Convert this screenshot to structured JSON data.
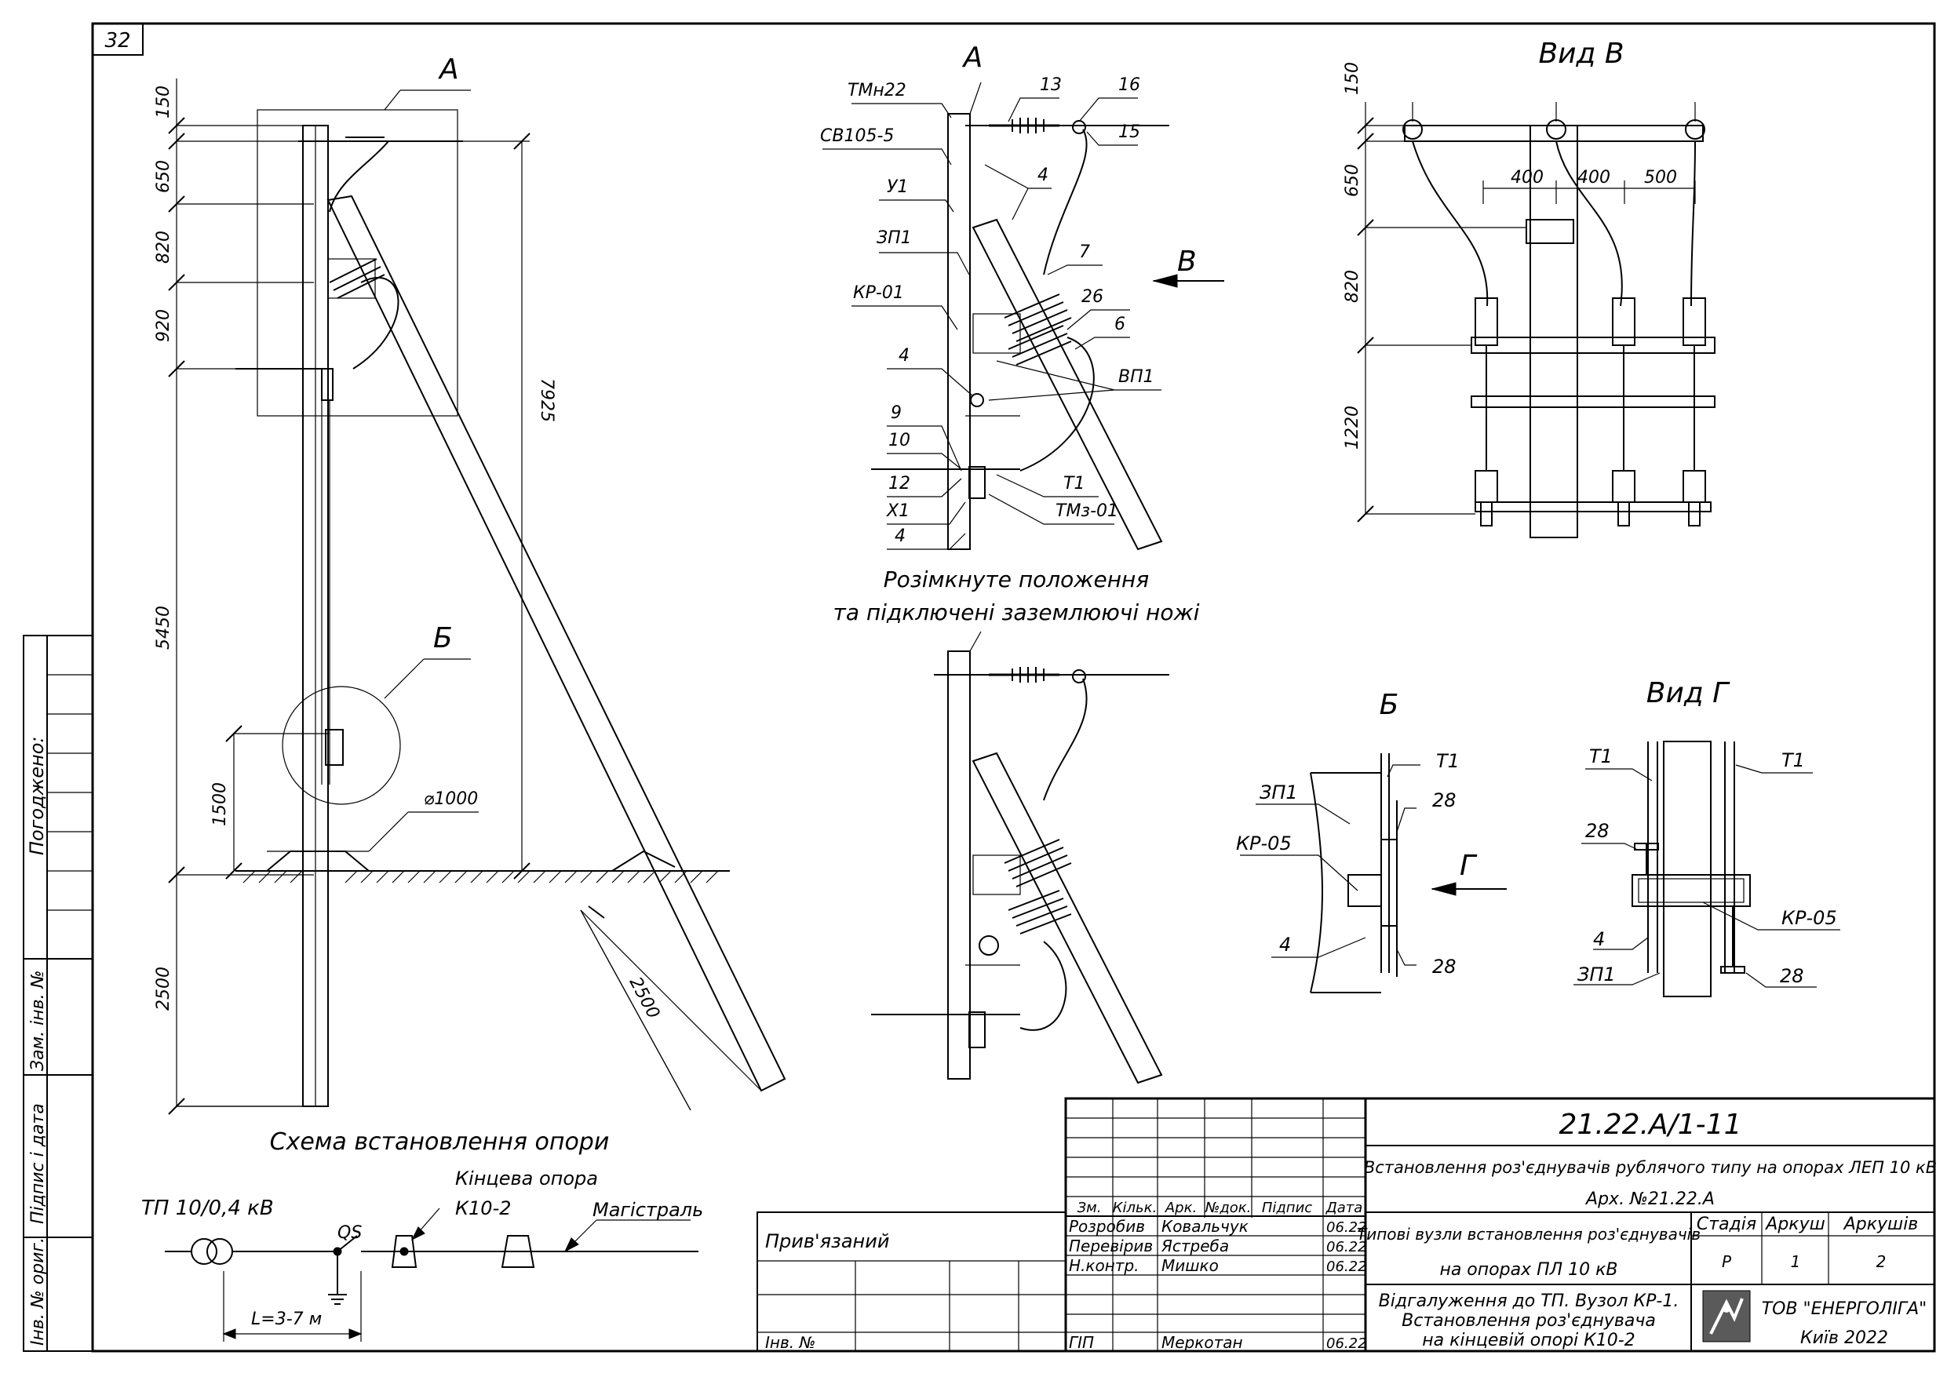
{
  "sheet_number": "32",
  "side_stamps": {
    "approved": "Погоджено:",
    "replaced_inv": "Зам. інв. №",
    "signature_date": "Підпис і дата",
    "original_inv": "Інв. № ориг."
  },
  "pole_view": {
    "callout_a": "А",
    "callout_b": "Б",
    "dims": [
      "150",
      "650",
      "820",
      "920",
      "5450",
      "1500",
      "2500",
      "7925",
      "2500"
    ],
    "diameter": "⌀1000",
    "caption": "Схема встановлення опори"
  },
  "detail_a": {
    "title": "А",
    "labels": [
      "ТМн22",
      "СВ105-5",
      "У1",
      "ЗП1",
      "КР-01",
      "4",
      "9",
      "10",
      "12",
      "Х1",
      "4",
      "13",
      "16",
      "15",
      "4",
      "7",
      "26",
      "6",
      "ВП1",
      "Т1",
      "ТМз-01"
    ],
    "arrow": "В",
    "caption_line1": "Розімкнуте положення",
    "caption_line2": "та підключені заземлюючі ножі"
  },
  "view_b": {
    "title": "Вид В",
    "dims_vertical": [
      "150",
      "650",
      "820",
      "1220"
    ],
    "dims_horizontal": [
      "400",
      "400",
      "500"
    ]
  },
  "detail_b": {
    "title": "Б",
    "labels": [
      "Т1",
      "28",
      "ЗП1",
      "КР-05",
      "4",
      "28"
    ],
    "arrow": "Г"
  },
  "view_g": {
    "title": "Вид Г",
    "labels": [
      "Т1",
      "Т1",
      "28",
      "КР-05",
      "4",
      "ЗП1",
      "28"
    ]
  },
  "schematic": {
    "transformer": "ТП 10/0,4 кВ",
    "switch": "QS",
    "end_pole_line1": "Кінцева опора",
    "end_pole_line2": "К10-2",
    "mainline": "Магістраль",
    "length": "L=3-7 м"
  },
  "title_block": {
    "doc_code": "21.22.А/1-11",
    "project": "Встановлення роз'єднувачів рублячого типу на опорах ЛЕП 10 кВ",
    "archive": "Арх. №21.22.А",
    "section_line1": "Типові вузли встановлення роз'єднувачів",
    "section_line2": "на опорах ПЛ 10 кВ",
    "sheet_line1": "Відгалуження до ТП. Вузол КР-1.",
    "sheet_line2": "Встановлення роз'єднувача",
    "sheet_line3": "на кінцевій опорі К10-2",
    "company": "ТОВ \"ЕНЕРГОЛІГА\"",
    "city": "Київ 2022",
    "col_headers": [
      "Зм.",
      "Кільк.",
      "Арк.",
      "№док.",
      "Підпис",
      "Дата"
    ],
    "rows": [
      {
        "role": "Розробив",
        "name": "Ковальчук",
        "date": "06.22"
      },
      {
        "role": "Перевірив",
        "name": "Ястреба",
        "date": "06.22"
      },
      {
        "role": "Н.контр.",
        "name": "Мишко",
        "date": "06.22"
      },
      {
        "role": "ГІП",
        "name": "Меркотан",
        "date": "06.22"
      }
    ],
    "stage_headers": [
      "Стадія",
      "Аркуш",
      "Аркушів"
    ],
    "stage_values": [
      "Р",
      "1",
      "2"
    ],
    "linked": "Прив'язаний",
    "inv": "Інв. №"
  }
}
